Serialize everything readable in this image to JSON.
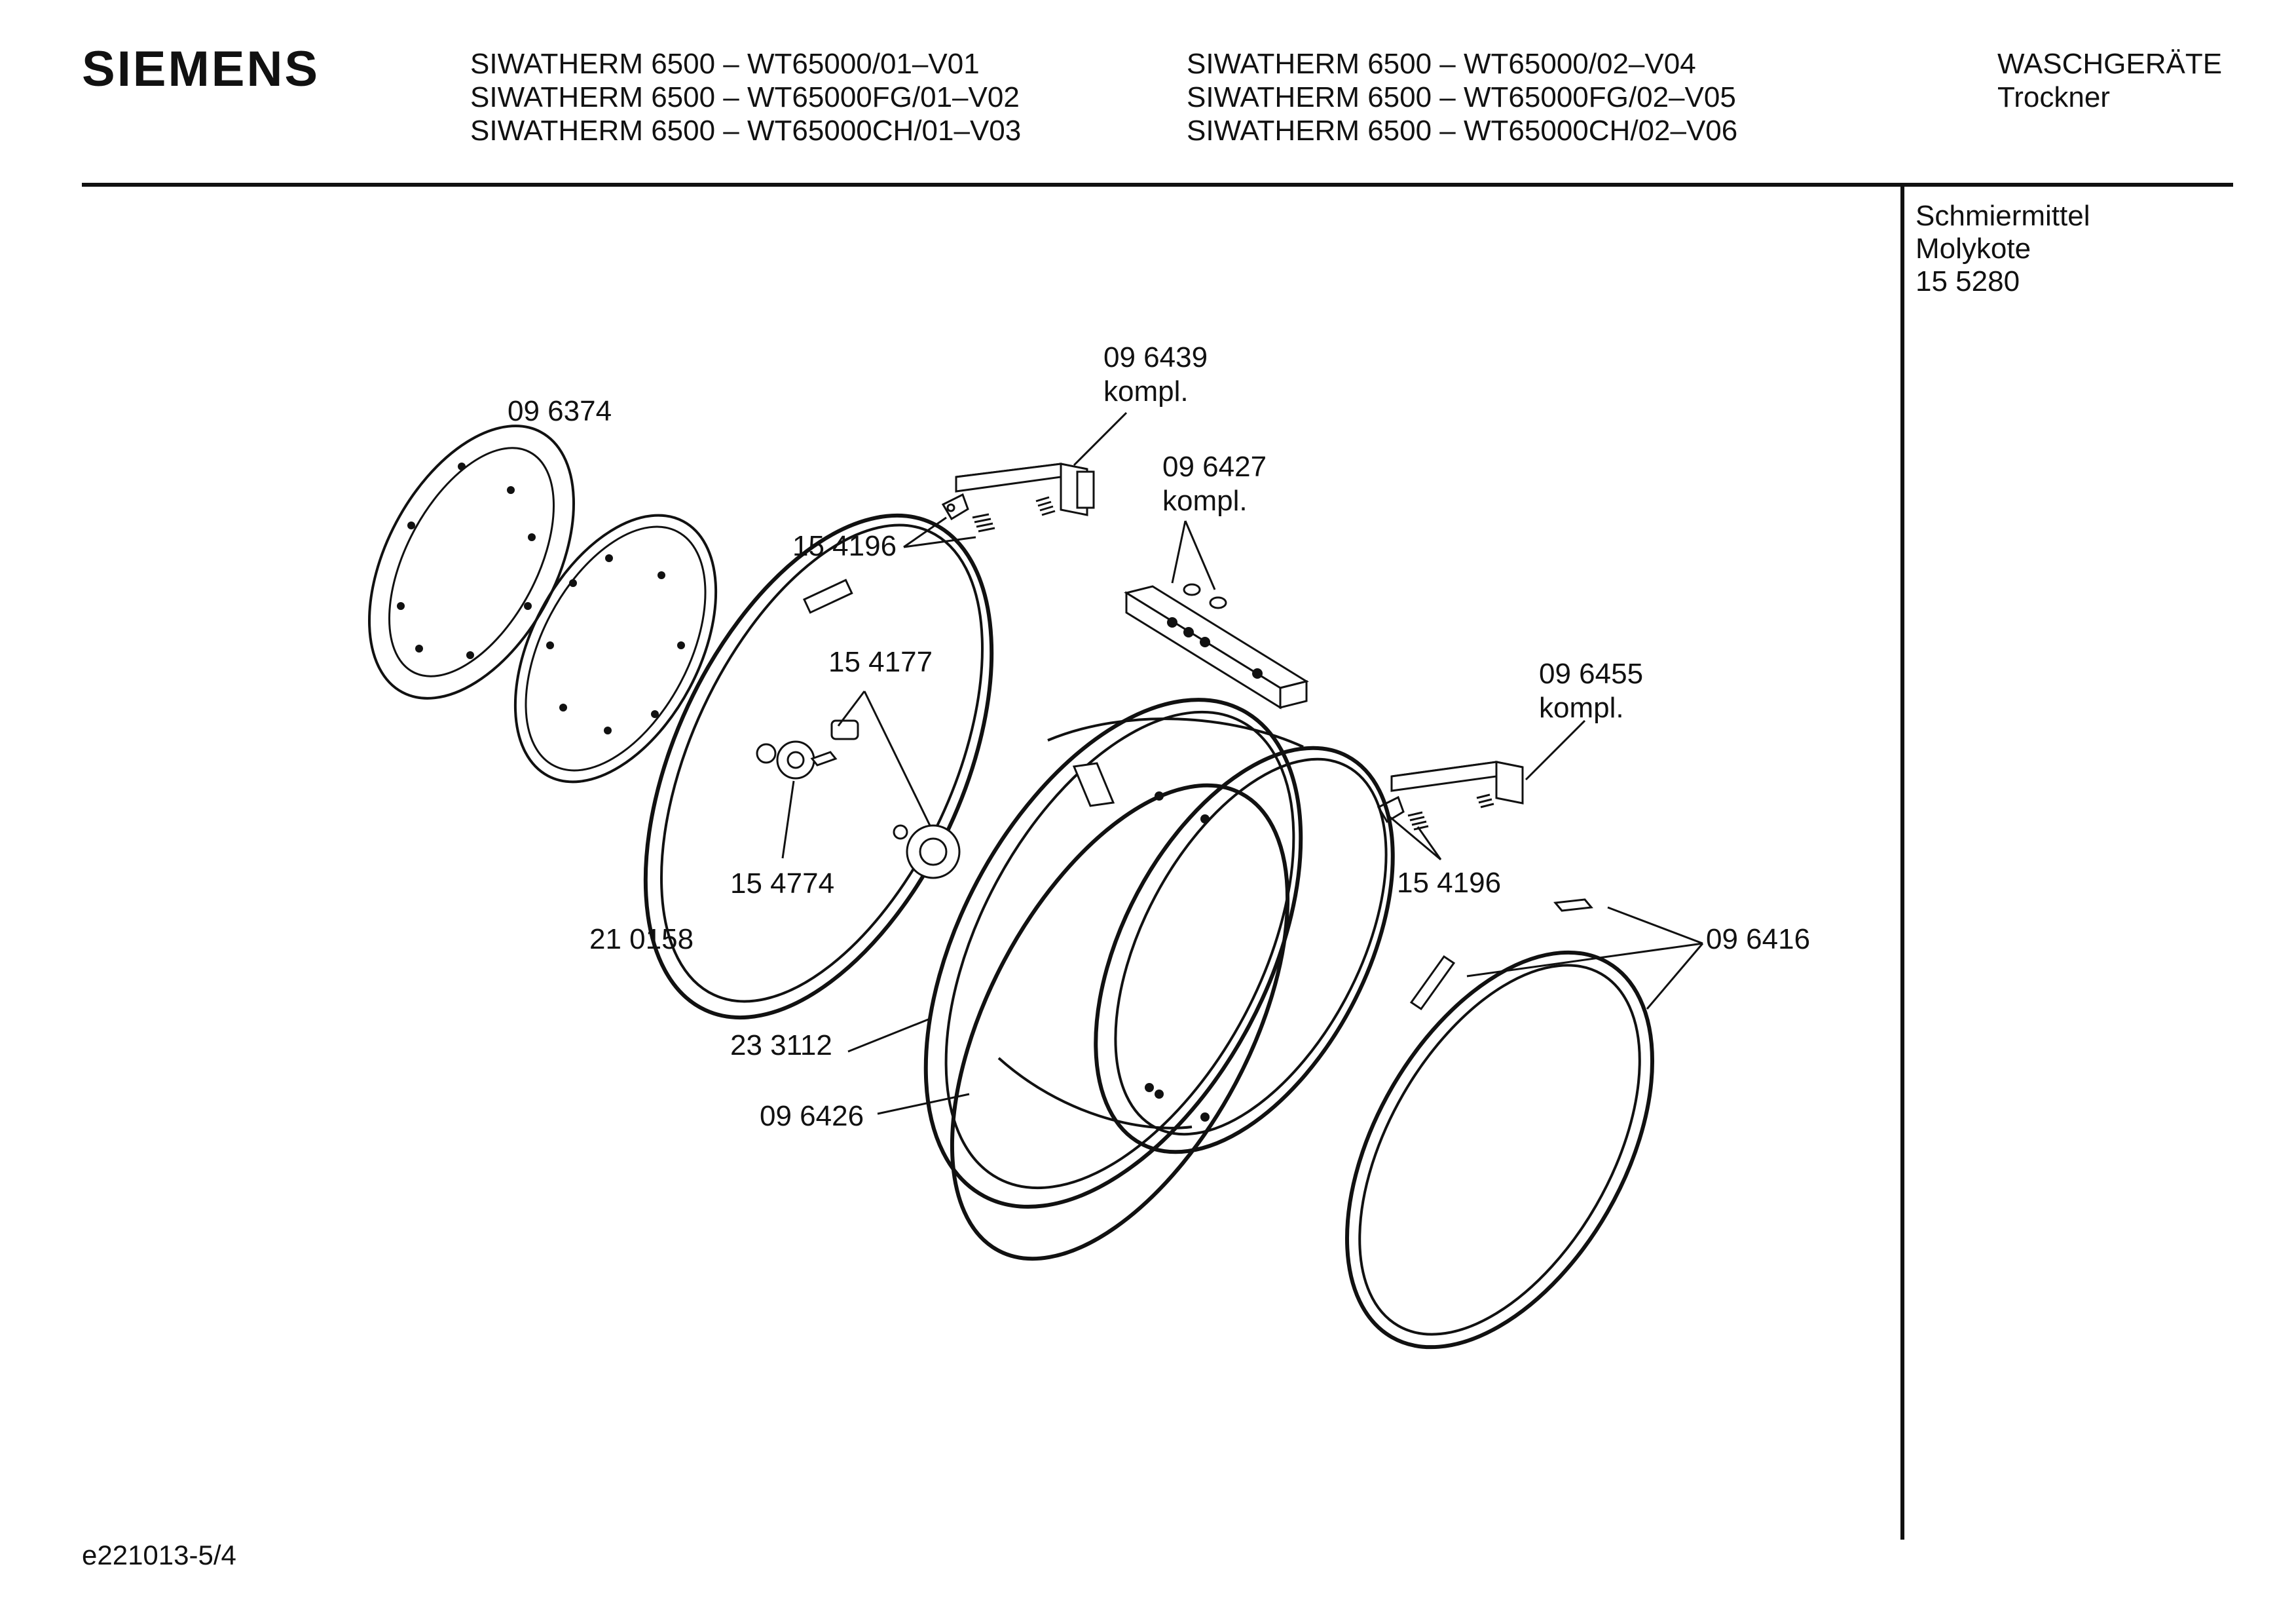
{
  "header": {
    "brand": "SIEMENS",
    "models_left": [
      "SIWATHERM 6500 – WT65000/01–V01",
      "SIWATHERM 6500 – WT65000FG/01–V02",
      "SIWATHERM 6500 – WT65000CH/01–V03"
    ],
    "models_right": [
      "SIWATHERM 6500 – WT65000/02–V04",
      "SIWATHERM 6500 – WT65000FG/02–V05",
      "SIWATHERM 6500 – WT65000CH/02–V06"
    ],
    "category": "WASCHGERÄTE",
    "subcategory": "Trockner"
  },
  "sidebar": {
    "line1": "Schmiermittel",
    "line2": "Molykote",
    "line3": "15 5280"
  },
  "parts": {
    "p096374": "09 6374",
    "p096439": "09 6439",
    "p096439_note": "kompl.",
    "p096427": "09 6427",
    "p096427_note": "kompl.",
    "p154196_top": "15 4196",
    "p154177": "15 4177",
    "p096455": "09 6455",
    "p096455_note": "kompl.",
    "p154774": "15 4774",
    "p154196_right": "15 4196",
    "p210158": "21 0158",
    "p096416": "09 6416",
    "p233112": "23 3112",
    "p096426": "09 6426"
  },
  "footer": {
    "code": "e221013-5/4"
  }
}
